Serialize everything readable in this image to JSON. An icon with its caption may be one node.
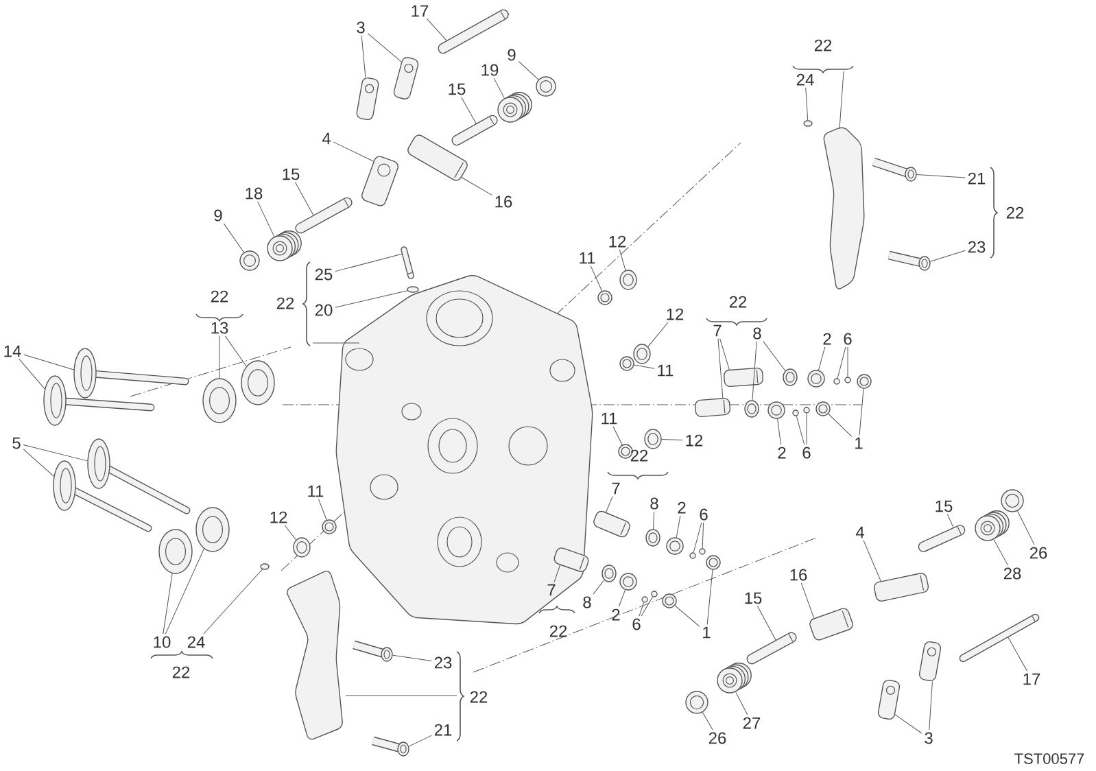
{
  "diagram": {
    "nodes": [
      {
        "text": [
          "17"
        ]
      },
      {
        "text": [
          "3"
        ]
      },
      {
        "text": [
          "9"
        ]
      },
      {
        "text": [
          "19"
        ]
      },
      {
        "text": [
          "15"
        ]
      },
      {
        "text": [
          "4"
        ]
      },
      {
        "text": [
          "16"
        ]
      },
      {
        "text": [
          "15"
        ]
      },
      {
        "text": [
          "18"
        ]
      },
      {
        "text": [
          "9"
        ]
      },
      {
        "text": [
          "25"
        ]
      },
      {
        "text": [
          "20"
        ]
      },
      {
        "text": [
          "13"
        ]
      },
      {
        "text": [
          "14"
        ]
      },
      {
        "text": [
          "24"
        ]
      },
      {
        "text": [
          "21"
        ]
      },
      {
        "text": [
          "23"
        ]
      },
      {
        "text": [
          "12"
        ]
      },
      {
        "text": [
          "11"
        ]
      },
      {
        "text": [
          "12"
        ]
      },
      {
        "text": [
          "11"
        ]
      },
      {
        "text": [
          "7"
        ]
      },
      {
        "text": [
          "8"
        ]
      },
      {
        "text": [
          "2"
        ]
      },
      {
        "text": [
          "6"
        ]
      },
      {
        "text": [
          "11"
        ]
      },
      {
        "text": [
          "12"
        ]
      },
      {
        "text": [
          "2"
        ]
      },
      {
        "text": [
          "6"
        ]
      },
      {
        "text": [
          "1"
        ]
      },
      {
        "text": [
          "5"
        ]
      },
      {
        "text": [
          "7"
        ]
      },
      {
        "text": [
          "8"
        ]
      },
      {
        "text": [
          "2"
        ]
      },
      {
        "text": [
          "6"
        ]
      },
      {
        "text": [
          "12"
        ]
      },
      {
        "text": [
          "11"
        ]
      },
      {
        "text": [
          "15"
        ]
      },
      {
        "text": [
          "4"
        ]
      },
      {
        "text": [
          "26"
        ]
      },
      {
        "text": [
          "28"
        ]
      },
      {
        "text": [
          "16"
        ]
      },
      {
        "text": [
          "7"
        ]
      },
      {
        "text": [
          "8"
        ]
      },
      {
        "text": [
          "2"
        ]
      },
      {
        "text": [
          "6"
        ]
      },
      {
        "text": [
          "1"
        ]
      },
      {
        "text": [
          "15"
        ]
      },
      {
        "text": [
          "10"
        ]
      },
      {
        "text": [
          "24"
        ]
      },
      {
        "text": [
          "23"
        ]
      },
      {
        "text": [
          "21"
        ]
      },
      {
        "text": [
          "17"
        ]
      },
      {
        "text": [
          "27"
        ]
      },
      {
        "text": [
          "26"
        ]
      },
      {
        "text": [
          "3"
        ]
      },
      {
        "text": [],
        "shape": "picture"
      },
      {
        "text": [],
        "shape": "picture"
      },
      {
        "text": [],
        "shape": "picture"
      },
      {
        "text": [],
        "shape": "picture"
      },
      {
        "text": [],
        "shape": "picture"
      },
      {
        "text": [],
        "shape": "picture"
      },
      {
        "text": [],
        "shape": "picture"
      },
      {
        "text": [],
        "shape": "picture"
      },
      {
        "text": [],
        "shape": "picture"
      },
      {
        "text": [],
        "shape": "picture"
      },
      {
        "text": [],
        "shape": "picture"
      },
      {
        "text": [],
        "shape": "picture"
      },
      {
        "text": [],
        "shape": "circle"
      },
      {
        "text": [],
        "shape": "picture"
      },
      {
        "text": [],
        "shape": "picture"
      },
      {
        "text": [],
        "shape": "picture"
      },
      {
        "text": [],
        "shape": "picture"
      },
      {
        "text": [],
        "shape": "circle"
      },
      {
        "text": [],
        "shape": "picture"
      },
      {
        "text": [],
        "shape": "picture"
      },
      {
        "text": [],
        "shape": "picture"
      },
      {
        "text": [],
        "shape": "picture"
      },
      {
        "text": [],
        "shape": "picture"
      },
      {
        "text": [],
        "shape": "picture"
      },
      {
        "text": [],
        "shape": "picture"
      },
      {
        "text": [],
        "shape": "picture"
      },
      {
        "text": [],
        "shape": "picture"
      },
      {
        "text": [],
        "shape": "picture"
      },
      {
        "text": [],
        "shape": "picture"
      },
      {
        "text": [],
        "shape": "circle"
      },
      {
        "text": [],
        "shape": "circle"
      },
      {
        "text": [],
        "shape": "picture"
      },
      {
        "text": [],
        "shape": "picture"
      },
      {
        "text": [],
        "shape": "picture"
      },
      {
        "text": [],
        "shape": "circle"
      },
      {
        "text": [],
        "shape": "circle"
      },
      {
        "text": [],
        "shape": "picture"
      },
      {
        "text": [],
        "shape": "picture"
      },
      {
        "text": [],
        "shape": "picture"
      },
      {
        "text": [],
        "shape": "picture"
      },
      {
        "text": [],
        "shape": "picture"
      },
      {
        "text": [],
        "shape": "picture"
      },
      {
        "text": [],
        "shape": "picture"
      },
      {
        "text": [],
        "shape": "circle"
      },
      {
        "text": [],
        "shape": "circle"
      },
      {
        "text": [],
        "shape": "picture"
      },
      {
        "text": [],
        "shape": "picture"
      },
      {
        "text": [],
        "shape": "picture"
      },
      {
        "text": [],
        "shape": "picture"
      },
      {
        "text": [],
        "shape": "picture"
      },
      {
        "text": [],
        "shape": "picture"
      },
      {
        "text": [],
        "shape": "picture"
      },
      {
        "text": [],
        "shape": "picture"
      },
      {
        "text": [],
        "shape": "picture"
      },
      {
        "text": [],
        "shape": "picture"
      },
      {
        "text": [],
        "shape": "circle"
      },
      {
        "text": [],
        "shape": "circle"
      },
      {
        "text": [],
        "shape": "picture"
      },
      {
        "text": [],
        "shape": "picture"
      },
      {
        "text": [],
        "shape": "picture"
      },
      {
        "text": [],
        "shape": "picture"
      },
      {
        "text": [],
        "shape": "picture"
      },
      {
        "text": [],
        "shape": "circle"
      },
      {
        "text": [],
        "shape": "picture"
      },
      {
        "text": [],
        "shape": "picture"
      },
      {
        "text": [],
        "shape": "picture"
      },
      {
        "text": [],
        "shape": "picture"
      },
      {
        "text": [],
        "shape": "picture"
      },
      {
        "text": [],
        "shape": "picture"
      },
      {
        "text": [],
        "shape": "picture"
      }
    ],
    "edges": [
      {
        "from": 0,
        "to": 56,
        "arrow": "none"
      },
      {
        "from": 1,
        "to": 57,
        "arrow": "none"
      },
      {
        "from": 1,
        "to": 58,
        "arrow": "none"
      },
      {
        "from": 2,
        "to": 59,
        "arrow": "none"
      },
      {
        "from": 3,
        "to": 60,
        "arrow": "none"
      },
      {
        "from": 4,
        "to": 61,
        "arrow": "none"
      },
      {
        "from": 5,
        "to": 62,
        "arrow": "none"
      },
      {
        "from": 6,
        "to": 63,
        "arrow": "none"
      },
      {
        "from": 7,
        "to": 64,
        "arrow": "none"
      },
      {
        "from": 8,
        "to": 65,
        "arrow": "none"
      },
      {
        "from": 9,
        "to": 66,
        "arrow": "none"
      },
      {
        "from": 10,
        "to": 67,
        "arrow": "none"
      },
      {
        "from": 11,
        "to": 68,
        "arrow": "none"
      },
      {
        "from": 12,
        "to": 69,
        "arrow": "none"
      },
      {
        "from": 12,
        "to": 70,
        "arrow": "none"
      },
      {
        "from": 13,
        "to": 71,
        "arrow": "none"
      },
      {
        "from": 13,
        "to": 72,
        "arrow": "none"
      },
      {
        "from": 14,
        "to": 73,
        "arrow": "none"
      },
      {
        "from": 15,
        "to": 74,
        "arrow": "none"
      },
      {
        "from": 16,
        "to": 75,
        "arrow": "none"
      },
      {
        "from": 17,
        "to": 76,
        "arrow": "none"
      },
      {
        "from": 18,
        "to": 77,
        "arrow": "none"
      },
      {
        "from": 19,
        "to": 78,
        "arrow": "none"
      },
      {
        "from": 20,
        "to": 79,
        "arrow": "none"
      },
      {
        "from": 21,
        "to": 80,
        "arrow": "none"
      },
      {
        "from": 21,
        "to": 81,
        "arrow": "none"
      },
      {
        "from": 22,
        "to": 82,
        "arrow": "none"
      },
      {
        "from": 22,
        "to": 83,
        "arrow": "none"
      },
      {
        "from": 23,
        "to": 84,
        "arrow": "none"
      },
      {
        "from": 24,
        "to": 85,
        "arrow": "none"
      },
      {
        "from": 24,
        "to": 86,
        "arrow": "none"
      },
      {
        "from": 25,
        "to": 87,
        "arrow": "none"
      },
      {
        "from": 26,
        "to": 88,
        "arrow": "none"
      },
      {
        "from": 27,
        "to": 89,
        "arrow": "none"
      },
      {
        "from": 28,
        "to": 90,
        "arrow": "none"
      },
      {
        "from": 28,
        "to": 91,
        "arrow": "none"
      },
      {
        "from": 29,
        "to": 92,
        "arrow": "none"
      },
      {
        "from": 29,
        "to": 93,
        "arrow": "none"
      },
      {
        "from": 30,
        "to": 94,
        "arrow": "none"
      },
      {
        "from": 30,
        "to": 95,
        "arrow": "none"
      },
      {
        "from": 31,
        "to": 96,
        "arrow": "none"
      },
      {
        "from": 32,
        "to": 97,
        "arrow": "none"
      },
      {
        "from": 33,
        "to": 98,
        "arrow": "none"
      },
      {
        "from": 34,
        "to": 99,
        "arrow": "none"
      },
      {
        "from": 34,
        "to": 100,
        "arrow": "none"
      },
      {
        "from": 35,
        "to": 101,
        "arrow": "none"
      },
      {
        "from": 36,
        "to": 102,
        "arrow": "none"
      },
      {
        "from": 37,
        "to": 103,
        "arrow": "none"
      },
      {
        "from": 38,
        "to": 104,
        "arrow": "none"
      },
      {
        "from": 39,
        "to": 105,
        "arrow": "none"
      },
      {
        "from": 40,
        "to": 106,
        "arrow": "none"
      },
      {
        "from": 41,
        "to": 107,
        "arrow": "none"
      },
      {
        "from": 42,
        "to": 108,
        "arrow": "none"
      },
      {
        "from": 43,
        "to": 109,
        "arrow": "none"
      },
      {
        "from": 44,
        "to": 110,
        "arrow": "none"
      },
      {
        "from": 45,
        "to": 111,
        "arrow": "none"
      },
      {
        "from": 45,
        "to": 112,
        "arrow": "none"
      },
      {
        "from": 46,
        "to": 113,
        "arrow": "none"
      },
      {
        "from": 46,
        "to": 114,
        "arrow": "none"
      },
      {
        "from": 47,
        "to": 115,
        "arrow": "none"
      },
      {
        "from": 48,
        "to": 116,
        "arrow": "none"
      },
      {
        "from": 48,
        "to": 117,
        "arrow": "none"
      },
      {
        "from": 49,
        "to": 118,
        "arrow": "none"
      },
      {
        "from": 50,
        "to": 119,
        "arrow": "none"
      },
      {
        "from": 51,
        "to": 120,
        "arrow": "none"
      },
      {
        "from": 52,
        "to": 121,
        "arrow": "none"
      },
      {
        "from": 53,
        "to": 122,
        "arrow": "none"
      },
      {
        "from": 54,
        "to": 123,
        "arrow": "none"
      },
      {
        "from": 55,
        "to": 124,
        "arrow": "none"
      },
      {
        "from": 55,
        "to": 125,
        "arrow": "none"
      }
    ],
    "labels": [
      "22",
      "22",
      "22",
      "22",
      "22",
      "22",
      "22",
      "22",
      "22",
      "TST00577"
    ]
  }
}
